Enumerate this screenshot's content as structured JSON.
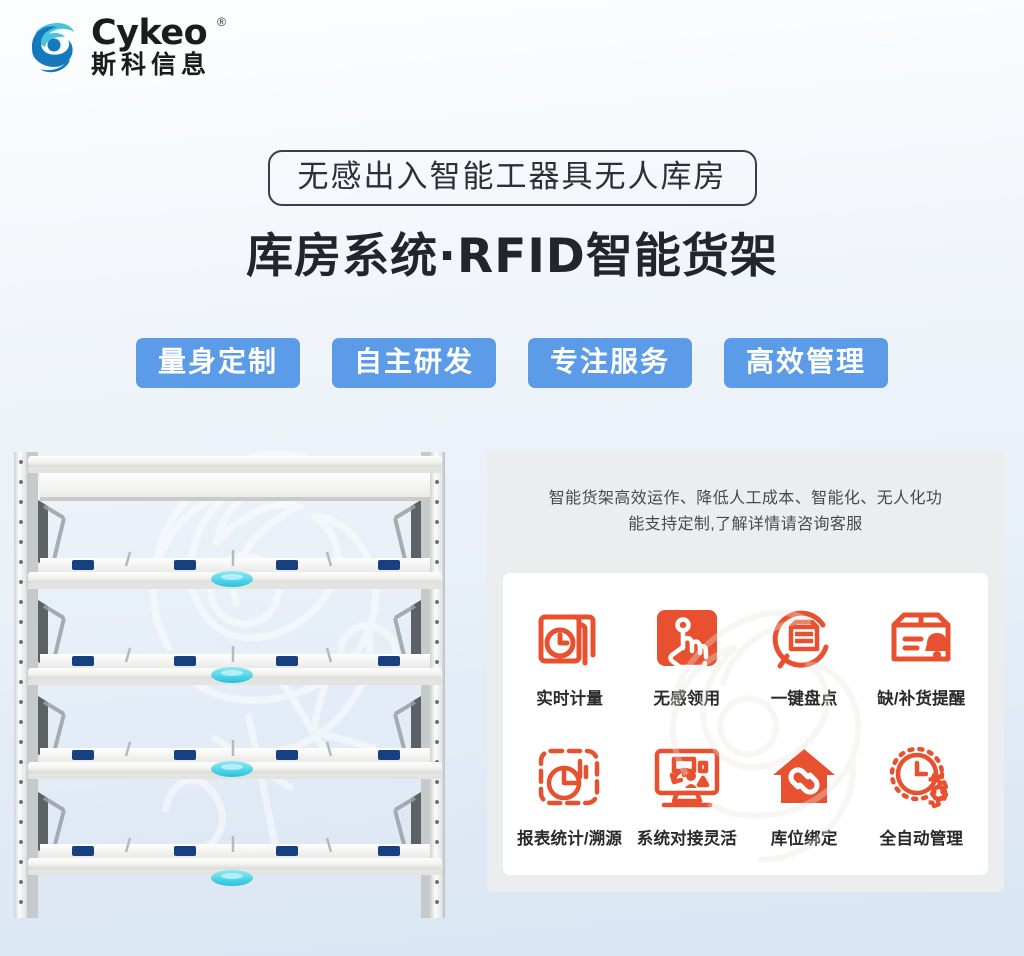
{
  "brand": {
    "logo_icon": "cykeo-swirl-logo-icon",
    "name_en": "Cykeo",
    "registered_mark": "®",
    "name_cn": "斯科信息",
    "logo_color_dark": "#1479bd",
    "logo_color_light": "#49c4de"
  },
  "headline": {
    "subtitle": "无感出入智能工器具无人库房",
    "title": "库房系统·RFID智能货架"
  },
  "badges": [
    {
      "label": "量身定制"
    },
    {
      "label": "自主研发"
    },
    {
      "label": "专注服务"
    },
    {
      "label": "高效管理"
    }
  ],
  "badge_color": "#5b9be8",
  "accent_color": "#e8512f",
  "panel": {
    "description_line1": "智能货架高效运作、降低人工成本、智能化、无人化功",
    "description_line2": "能支持定制,了解详情请咨询客服",
    "background": "#ecedee",
    "card_background": "#ffffff"
  },
  "features": [
    {
      "label": "实时计量",
      "icon": "stacked-documents-clock-icon"
    },
    {
      "label": "无感领用",
      "icon": "filled-touch-hand-icon"
    },
    {
      "label": "一键盘点",
      "icon": "magnifier-inventory-icon"
    },
    {
      "label": "缺/补货提醒",
      "icon": "carton-bell-alert-icon"
    },
    {
      "label": "报表统计/溯源",
      "icon": "pie-chart-report-icon"
    },
    {
      "label": "系统对接灵活",
      "icon": "monitor-sync-icon"
    },
    {
      "label": "库位绑定",
      "icon": "house-chain-link-icon"
    },
    {
      "label": "全自动管理",
      "icon": "clock-gear-icon"
    }
  ],
  "product_image": {
    "alt": "RFID 智能货架实物图",
    "shelf_levels": 4,
    "tag_color": "#16407f",
    "reader_color": "#3fd6e6",
    "watermark_text": "Cykeo"
  }
}
